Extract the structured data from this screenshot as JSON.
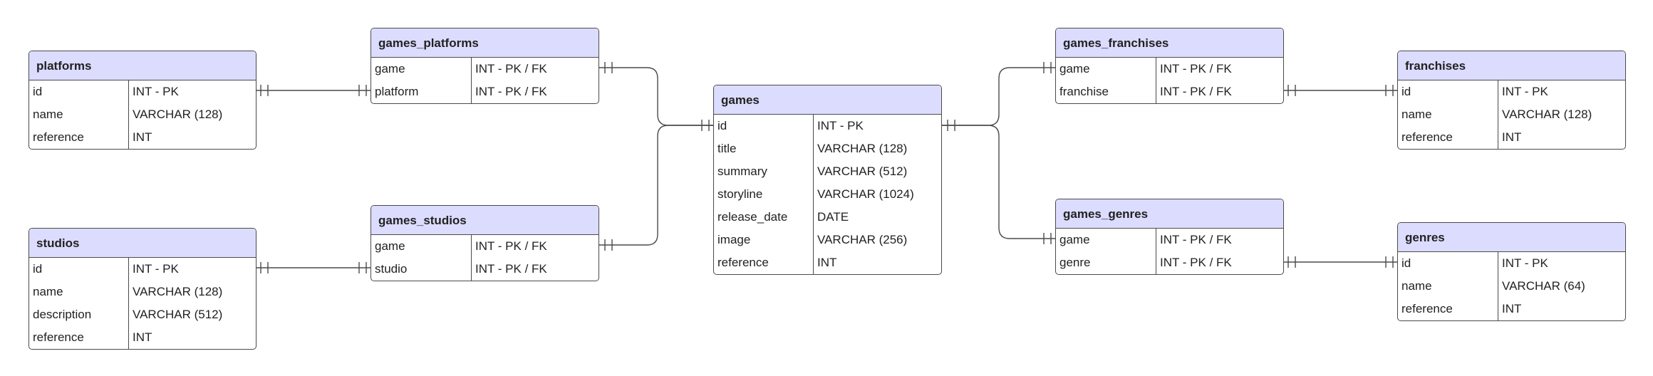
{
  "entities": {
    "platforms": {
      "name": "platforms",
      "fields": [
        {
          "name": "id",
          "type": "INT - PK"
        },
        {
          "name": "name",
          "type": "VARCHAR (128)"
        },
        {
          "name": "reference",
          "type": "INT"
        }
      ]
    },
    "studios": {
      "name": "studios",
      "fields": [
        {
          "name": "id",
          "type": "INT - PK"
        },
        {
          "name": "name",
          "type": "VARCHAR (128)"
        },
        {
          "name": "description",
          "type": "VARCHAR (512)"
        },
        {
          "name": "reference",
          "type": "INT"
        }
      ]
    },
    "games_platforms": {
      "name": "games_platforms",
      "fields": [
        {
          "name": "game",
          "type": "INT - PK / FK"
        },
        {
          "name": "platform",
          "type": "INT - PK / FK"
        }
      ]
    },
    "games_studios": {
      "name": "games_studios",
      "fields": [
        {
          "name": "game",
          "type": "INT - PK / FK"
        },
        {
          "name": "studio",
          "type": "INT - PK / FK"
        }
      ]
    },
    "games": {
      "name": "games",
      "fields": [
        {
          "name": "id",
          "type": "INT - PK"
        },
        {
          "name": "title",
          "type": "VARCHAR (128)"
        },
        {
          "name": "summary",
          "type": "VARCHAR (512)"
        },
        {
          "name": "storyline",
          "type": "VARCHAR (1024)"
        },
        {
          "name": "release_date",
          "type": "DATE"
        },
        {
          "name": "image",
          "type": "VARCHAR (256)"
        },
        {
          "name": "reference",
          "type": "INT"
        }
      ]
    },
    "games_franchises": {
      "name": "games_franchises",
      "fields": [
        {
          "name": "game",
          "type": "INT - PK / FK"
        },
        {
          "name": "franchise",
          "type": "INT - PK / FK"
        }
      ]
    },
    "games_genres": {
      "name": "games_genres",
      "fields": [
        {
          "name": "game",
          "type": "INT - PK / FK"
        },
        {
          "name": "genre",
          "type": "INT - PK / FK"
        }
      ]
    },
    "franchises": {
      "name": "franchises",
      "fields": [
        {
          "name": "id",
          "type": "INT - PK"
        },
        {
          "name": "name",
          "type": "VARCHAR (128)"
        },
        {
          "name": "reference",
          "type": "INT"
        }
      ]
    },
    "genres": {
      "name": "genres",
      "fields": [
        {
          "name": "id",
          "type": "INT - PK"
        },
        {
          "name": "name",
          "type": "VARCHAR (64)"
        },
        {
          "name": "reference",
          "type": "INT"
        }
      ]
    }
  },
  "relationships": [
    {
      "from": "platforms",
      "from_field": "id",
      "to": "games_platforms",
      "to_field": "platform",
      "cardinality": "one-to-one"
    },
    {
      "from": "studios",
      "from_field": "id",
      "to": "games_studios",
      "to_field": "studio",
      "cardinality": "one-to-one"
    },
    {
      "from": "games_platforms",
      "from_field": "game",
      "to": "games",
      "to_field": "id",
      "cardinality": "one-to-one"
    },
    {
      "from": "games_studios",
      "from_field": "game",
      "to": "games",
      "to_field": "id",
      "cardinality": "one-to-one"
    },
    {
      "from": "games",
      "from_field": "id",
      "to": "games_franchises",
      "to_field": "game",
      "cardinality": "one-to-one"
    },
    {
      "from": "games",
      "from_field": "id",
      "to": "games_genres",
      "to_field": "game",
      "cardinality": "one-to-one"
    },
    {
      "from": "games_franchises",
      "from_field": "franchise",
      "to": "franchises",
      "to_field": "id",
      "cardinality": "one-to-one"
    },
    {
      "from": "games_genres",
      "from_field": "genre",
      "to": "genres",
      "to_field": "id",
      "cardinality": "one-to-one"
    }
  ],
  "colors": {
    "header_bg": "#dcdcff",
    "border": "#4a4a4a",
    "text": "#222222"
  }
}
